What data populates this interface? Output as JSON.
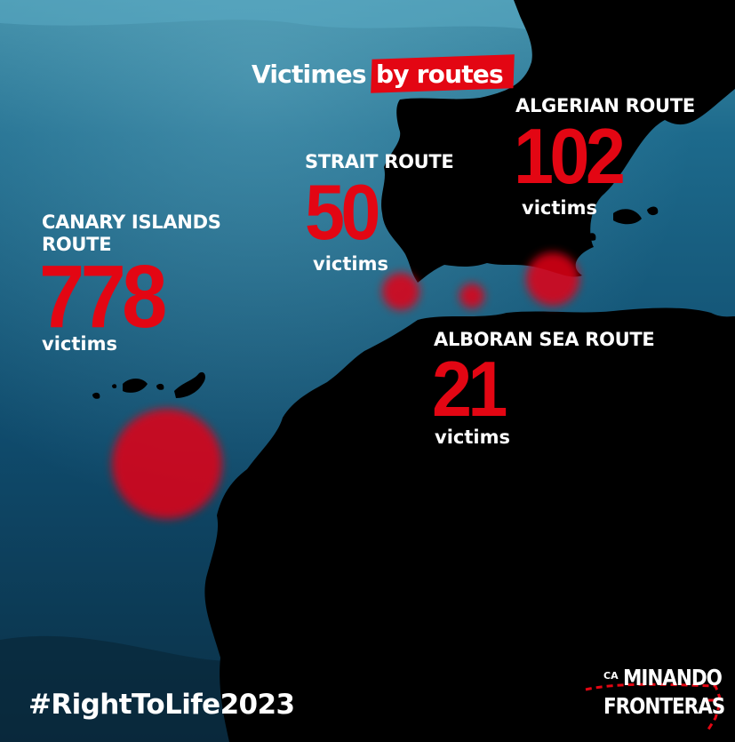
{
  "title": {
    "lead": "Victimes",
    "highlight": "by routes"
  },
  "routes": [
    {
      "name": "ALGERIAN ROUTE",
      "count": "102",
      "unit": "victims"
    },
    {
      "name": "STRAIT ROUTE",
      "count": "50",
      "unit": "victims"
    },
    {
      "name_line1": "CANARY ISLANDS",
      "name_line2": "ROUTE",
      "count": "778",
      "unit": "victims"
    },
    {
      "name": "ALBORAN SEA ROUTE",
      "count": "21",
      "unit": "victims"
    }
  ],
  "hashtag": "#RightToLife2023",
  "logo": {
    "prefix": "CA",
    "line1": "MINANDO",
    "line2": "FRONTERAS"
  },
  "colors": {
    "accent": "#e30613",
    "sea": "#0d3a55",
    "land": "#000000",
    "text": "#ffffff"
  }
}
